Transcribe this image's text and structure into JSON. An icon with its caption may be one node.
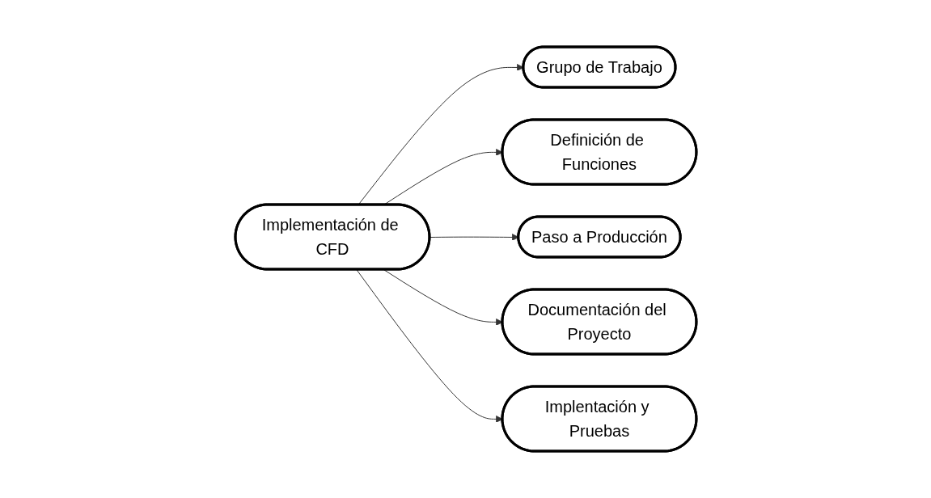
{
  "diagram": {
    "nodes": [
      {
        "text": [
          "Grupo de Trabajo"
        ]
      },
      {
        "text": [
          "Definición de Funciones"
        ]
      },
      {
        "text": [
          "Paso a Producción"
        ]
      },
      {
        "text": [
          "Implementación de CFD"
        ]
      },
      {
        "text": [
          "Documentación del Proyecto"
        ]
      },
      {
        "text": [
          "Implentación y Pruebas"
        ]
      }
    ],
    "edges": [
      {
        "from": 3,
        "to": 0,
        "arrow": "to"
      },
      {
        "from": 3,
        "to": 1,
        "arrow": "to"
      },
      {
        "from": 3,
        "to": 2,
        "arrow": "to"
      },
      {
        "from": 3,
        "to": 4,
        "arrow": "to"
      },
      {
        "from": 3,
        "to": 5,
        "arrow": "to"
      }
    ]
  }
}
